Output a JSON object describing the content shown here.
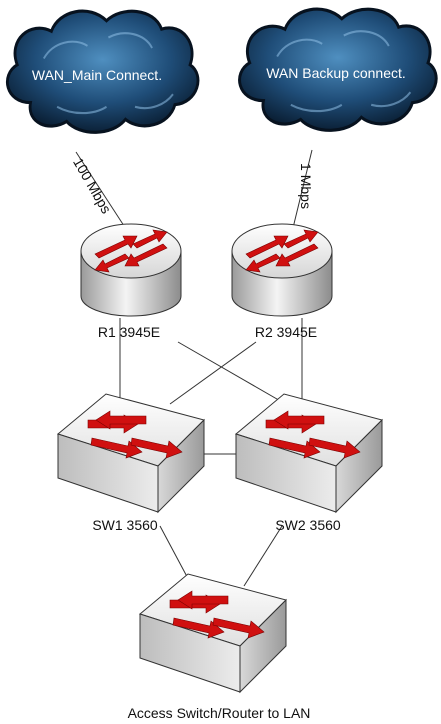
{
  "clouds": {
    "wan_main": {
      "label": "WAN_Main Connect."
    },
    "wan_backup": {
      "label": "WAN Backup connect."
    }
  },
  "links": {
    "main_speed": "100 Mbps",
    "backup_speed": "1 Mbps"
  },
  "routers": {
    "r1": {
      "label": "R1 3945E"
    },
    "r2": {
      "label": "R2 3945E"
    }
  },
  "switches": {
    "sw1": {
      "label": "SW1 3560"
    },
    "sw2": {
      "label": "SW2 3560"
    },
    "access": {
      "label": "Access Switch/Router to LAN"
    }
  },
  "colors": {
    "cloud_dark": "#0c1f33",
    "cloud_light": "#3f7fb0",
    "arrow_red": "#d01010",
    "device_gray": "#dcdcdc",
    "line": "#333333"
  },
  "icons": {
    "cloud": "cloud-icon",
    "router": "router-icon",
    "switch": "switch-icon"
  }
}
